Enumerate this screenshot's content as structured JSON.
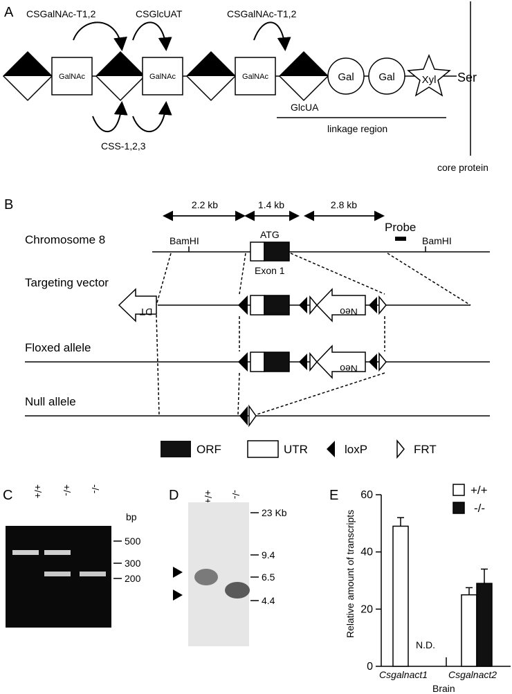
{
  "panels": {
    "a": "A",
    "b": "B",
    "c": "C",
    "d": "D",
    "e": "E"
  },
  "panel_a": {
    "enzymes_top": [
      "CSGalNAc-T1,2",
      "CSGlcUAT",
      "CSGalNAc-T1,2"
    ],
    "enzyme_bottom": "CSS-1,2,3",
    "residue_labels": {
      "galnac": "GalNAc",
      "gal": "Gal",
      "xyl": "Xyl",
      "ser": "Ser",
      "glcua": "GlcUA"
    },
    "linkage_region": "linkage region",
    "core_protein": "core protein"
  },
  "panel_b": {
    "distances": [
      "2.2 kb",
      "1.4 kb",
      "2.8 kb"
    ],
    "probe": "Probe",
    "bamhi": "BamHI",
    "atg": "ATG",
    "exon": "Exon 1",
    "rows": [
      "Chromosome 8",
      "Targeting vector",
      "Floxed allele",
      "Null allele"
    ],
    "dt": "DT",
    "neo": "Neo",
    "legend": [
      "ORF",
      "UTR",
      "loxP",
      "FRT"
    ]
  },
  "panel_c": {
    "lanes": [
      "+/+",
      "+/-",
      "-/-"
    ],
    "unit": "bp",
    "markers": [
      "500",
      "300",
      "200"
    ]
  },
  "panel_d": {
    "lanes": [
      "+/+",
      "-/-"
    ],
    "markers": [
      "23 Kb",
      "9.4",
      "6.5",
      "4.4"
    ]
  },
  "chart_data": {
    "type": "bar",
    "categories": [
      "Csgalnact1",
      "Csgalnact2"
    ],
    "series": [
      {
        "name": "+/+",
        "values": [
          49,
          25
        ],
        "errors": [
          3,
          2.5
        ],
        "color": "#ffffff"
      },
      {
        "name": "-/-",
        "values": [
          null,
          29
        ],
        "errors": [
          null,
          5
        ],
        "color": "#111111"
      }
    ],
    "ylabel": "Relative amount of transcripts",
    "xlabel": "Brain",
    "ylim": [
      0,
      60
    ],
    "yticks": [
      "0",
      "20",
      "40",
      "60"
    ],
    "annotation": "N.D.",
    "legend_position": "top-right"
  }
}
